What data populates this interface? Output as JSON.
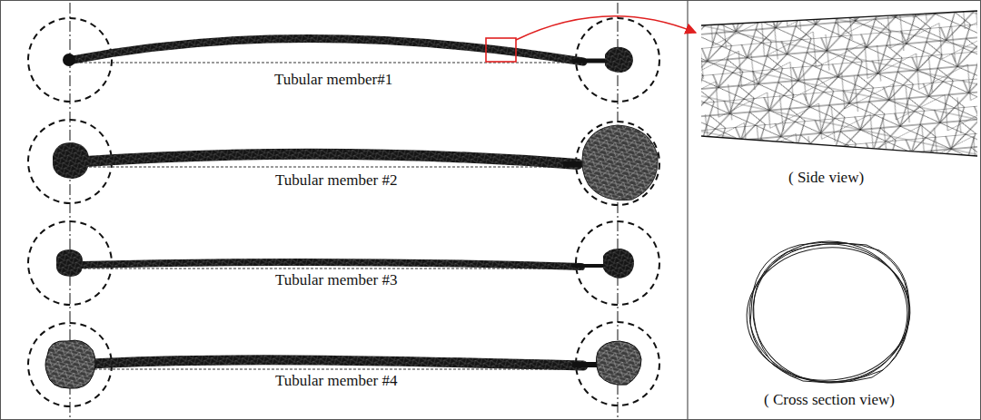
{
  "diagram": {
    "labels": [
      "Tubular member#1",
      "Tubular member #2",
      "Tubular member #3",
      "Tubular member #4",
      "( Side view)",
      "( Cross section view)"
    ]
  }
}
